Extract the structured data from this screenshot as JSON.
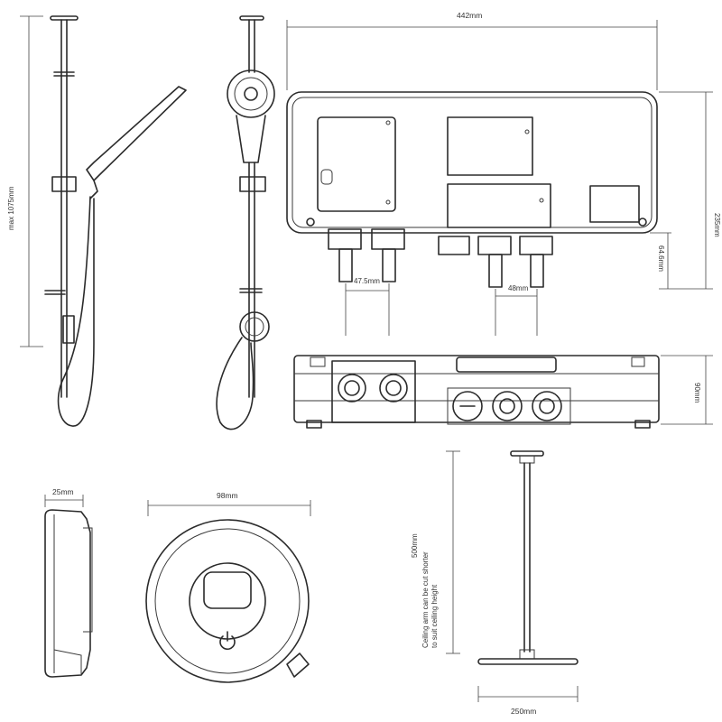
{
  "dimensions": {
    "riser_height": "max 1075mm",
    "unit_width": "442mm",
    "unit_height": "235mm",
    "pipe_drop": "64.6mm",
    "pipe_spacing_left": "47.5mm",
    "pipe_spacing_right": "48mm",
    "unit_depth": "90mm",
    "controller_depth": "25mm",
    "controller_width": "98mm",
    "ceiling_arm_length": "500mm",
    "shower_head_width": "250mm"
  },
  "notes": {
    "ceiling_arm_line_1": "Ceiling arm can be cut shorter",
    "ceiling_arm_line_2": "to suit ceiling height"
  }
}
